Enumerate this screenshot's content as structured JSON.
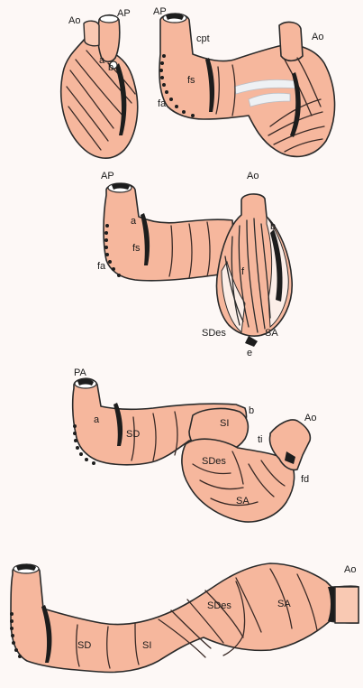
{
  "panels": [
    {
      "id": "panel-1",
      "labels": {
        "ao": "Ao",
        "ap": "AP",
        "a": "a",
        "b": "b"
      }
    },
    {
      "id": "panel-2",
      "labels": {
        "ap": "AP",
        "cpt": "cpt",
        "fs": "fs",
        "fa": "fa",
        "ao": "Ao"
      }
    },
    {
      "id": "panel-3",
      "labels": {
        "ap": "AP",
        "a": "a",
        "fs": "fs",
        "fa": "fa",
        "ao": "Ao",
        "b": "b",
        "f": "f",
        "sdes": "SDes",
        "e": "e",
        "sa": "SA"
      }
    },
    {
      "id": "panel-4",
      "labels": {
        "pa": "PA",
        "a": "a",
        "sd": "SD",
        "si": "SI",
        "b": "b",
        "ao": "Ao",
        "ti": "ti",
        "sdes": "SDes",
        "fd": "fd",
        "sa": "SA"
      }
    },
    {
      "id": "panel-5",
      "labels": {
        "ao": "Ao",
        "sdes": "SDes",
        "sa": "SA",
        "sd": "SD",
        "si": "SI"
      }
    }
  ]
}
